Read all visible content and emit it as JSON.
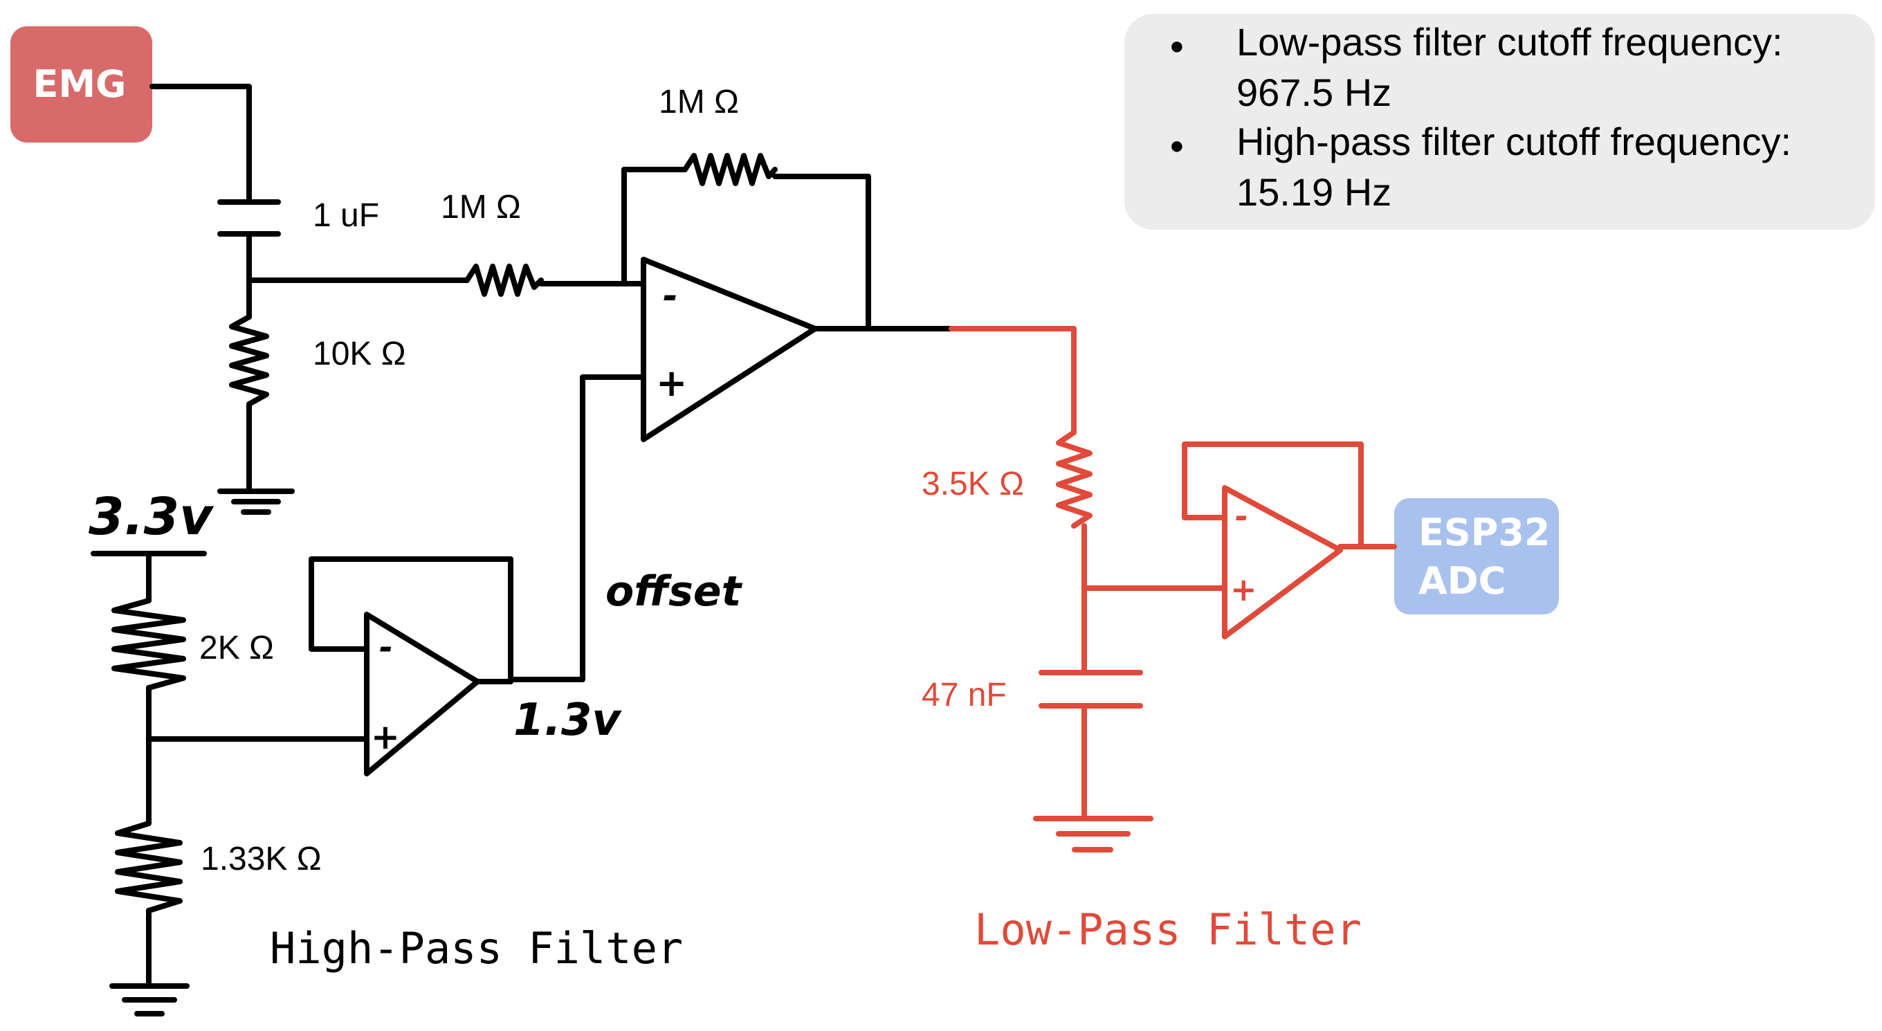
{
  "colors": {
    "wire": "#000000",
    "lowpass": "#e04a3a",
    "emg_box": "#d86a6a",
    "esp_box": "#a9c1ef",
    "note_bg": "#ececec",
    "white": "#ffffff"
  },
  "blocks": {
    "emg": "EMG",
    "esp_line1": "ESP32",
    "esp_line2": "ADC"
  },
  "notes": {
    "lp_line1": "Low-pass filter cutoff frequency:",
    "lp_line2": "967.5 Hz",
    "hp_line1": "High-pass filter cutoff frequency:",
    "hp_line2": "15.19 Hz",
    "bullet": "●"
  },
  "components": {
    "c1": "1 uF",
    "r_in": "1M Ω",
    "r_fb": "1M Ω",
    "r_10k": "10K Ω",
    "r_2k": "2K Ω",
    "r_133k": "1.33K Ω",
    "r_35k": "3.5K Ω",
    "c_47n": "47 nF"
  },
  "voltages": {
    "supply": "3.3v",
    "offset_v": "1.3v",
    "offset_label": "offset"
  },
  "opamp_signs": {
    "minus": "-",
    "plus": "+"
  },
  "sections": {
    "high_pass": "High-Pass Filter",
    "low_pass": "Low-Pass Filter"
  }
}
